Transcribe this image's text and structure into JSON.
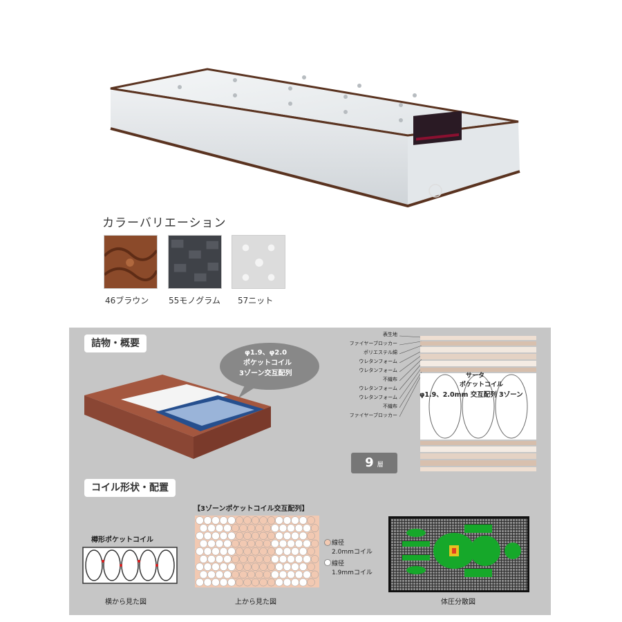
{
  "variation": {
    "title": "カラーバリエーション",
    "swatches": [
      {
        "label": "46ブラウン",
        "color": "#8b4a2a"
      },
      {
        "label": "55モノグラム",
        "color": "#3f4248"
      },
      {
        "label": "57ニット",
        "color": "#dcdcdc"
      }
    ]
  },
  "panel": {
    "section1_title": "詰物・概要",
    "bubble": {
      "line1": "φ1.9、φ2.0",
      "line2": "ポケットコイル",
      "line3": "3ゾーン交互配列"
    },
    "layers": [
      "表生地",
      "ファイヤーブロッカー",
      "ポリエステル綿",
      "ウレタンフォーム",
      "ウレタンフォーム",
      "不織布",
      "ウレタンフォーム",
      "ウレタンフォーム",
      "不織布",
      "ファイヤーブロッカー"
    ],
    "coil_text": {
      "line1": "サータ",
      "line2": "ポケットコイル",
      "line3": "φ1.9、2.0mm 交互配列 3ゾーン"
    },
    "layer_count": {
      "number": "9",
      "unit": "層"
    },
    "section2_title": "コイル形状・配置",
    "barrel_coil": {
      "title": "樽形ポケットコイル",
      "caption": "横から見た図"
    },
    "top_view": {
      "title": "【3ゾーンポケットコイル交互配列】",
      "caption": "上から見た図",
      "legend": [
        {
          "line1": "線径",
          "line2": "2.0mmコイル",
          "color": "#f2c9b2"
        },
        {
          "line1": "線径",
          "line2": "1.9mmコイル",
          "color": "#ffffff"
        }
      ]
    },
    "pressure_map": {
      "caption": "体圧分散図"
    }
  }
}
